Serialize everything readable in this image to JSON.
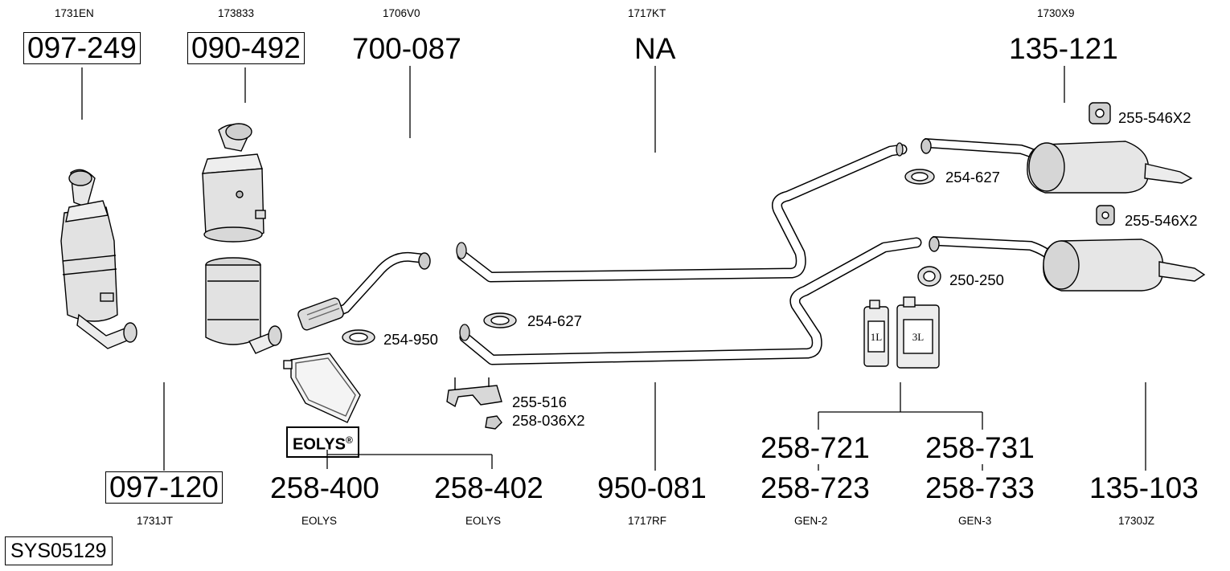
{
  "top_codes": [
    "1731EN",
    "173833",
    "1706V0",
    "1717KT",
    "1730X9"
  ],
  "top_parts": [
    "097-249",
    "090-492",
    "700-087",
    "NA",
    "135-121"
  ],
  "bottom_parts": [
    "097-120",
    "258-400",
    "258-402",
    "950-081",
    "258-721",
    "258-723",
    "258-731",
    "258-733",
    "135-103"
  ],
  "bottom_codes": [
    "1731JT",
    "EOLYS",
    "EOLYS",
    "1717RF",
    "GEN-2",
    "GEN-3",
    "1730JZ"
  ],
  "small_labels": {
    "l1": "255-546X2",
    "l2": "254-627",
    "l3": "255-546X2",
    "l4": "250-250",
    "l5": "254-627",
    "l6": "254-950",
    "l7": "255-516",
    "l8": "258-036X2"
  },
  "badge": "EOLYS",
  "badge_mark": "®",
  "can_labels": [
    "1L",
    "3L"
  ],
  "system_id": "SYS05129"
}
